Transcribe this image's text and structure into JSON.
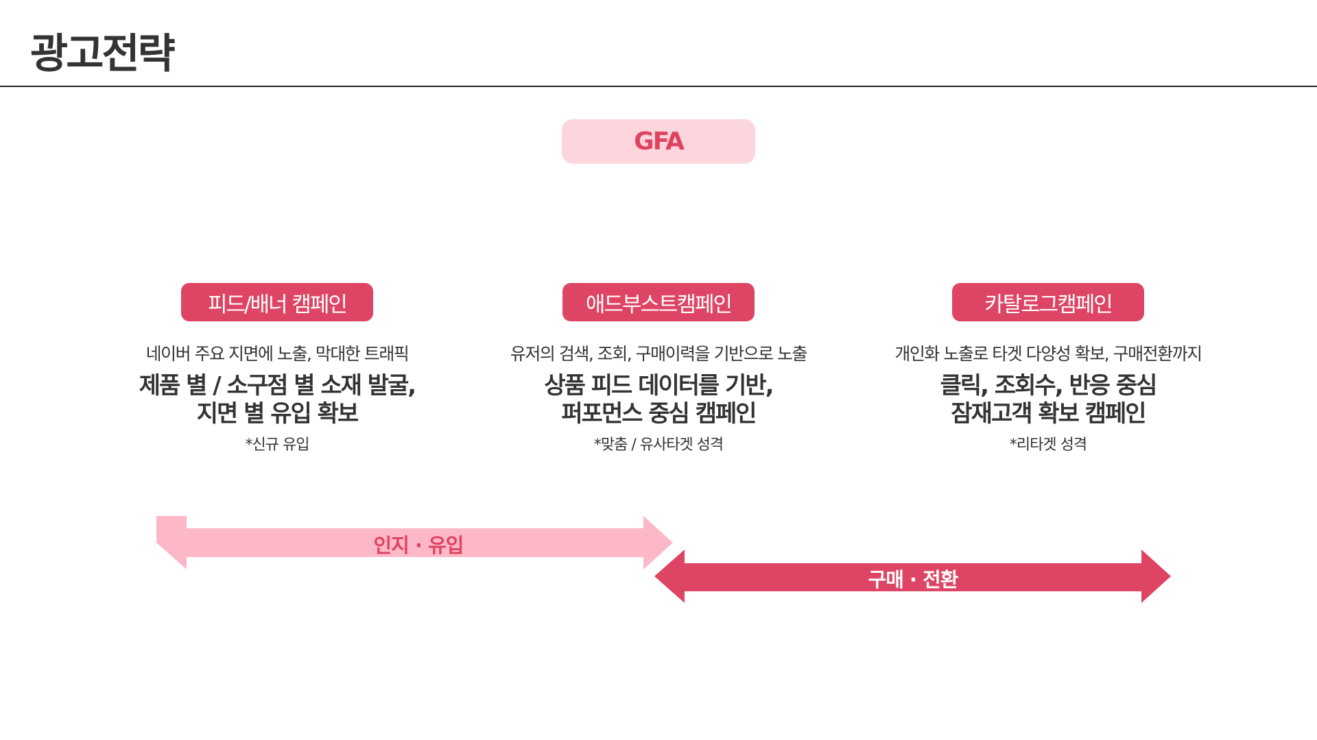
{
  "title": "광고전략",
  "platform": "GFA",
  "campaigns": [
    {
      "label": "피드/배너 캠페인",
      "desc": "네이버 주요 지면에 노출, 막대한 트래픽",
      "headline": [
        "제품 별 / 소구점 별 소재 발굴,",
        "지면 별 유입 확보"
      ],
      "note": "*신규 유입"
    },
    {
      "label": "애드부스트캠페인",
      "desc": "유저의 검색, 조회, 구매이력을 기반으로 노출",
      "headline": [
        "상품 피드 데이터를 기반,",
        "퍼포먼스 중심 캠페인"
      ],
      "note": "*맞춤 / 유사타겟 성격"
    },
    {
      "label": "카탈로그캠페인",
      "desc": "개인화 노출로 타겟 다양성 확보, 구매전환까지",
      "headline": [
        "클릭, 조회수, 반응 중심",
        "잠재고객 확보 캠페인"
      ],
      "note": "*리타겟 성격"
    }
  ],
  "arrows": [
    {
      "label": "인지 · 유입",
      "color": "#fdb8c8",
      "text_color": "#e0435f"
    },
    {
      "label": "구매 · 전환",
      "color": "#de4463",
      "text_color": "#ffffff"
    }
  ]
}
